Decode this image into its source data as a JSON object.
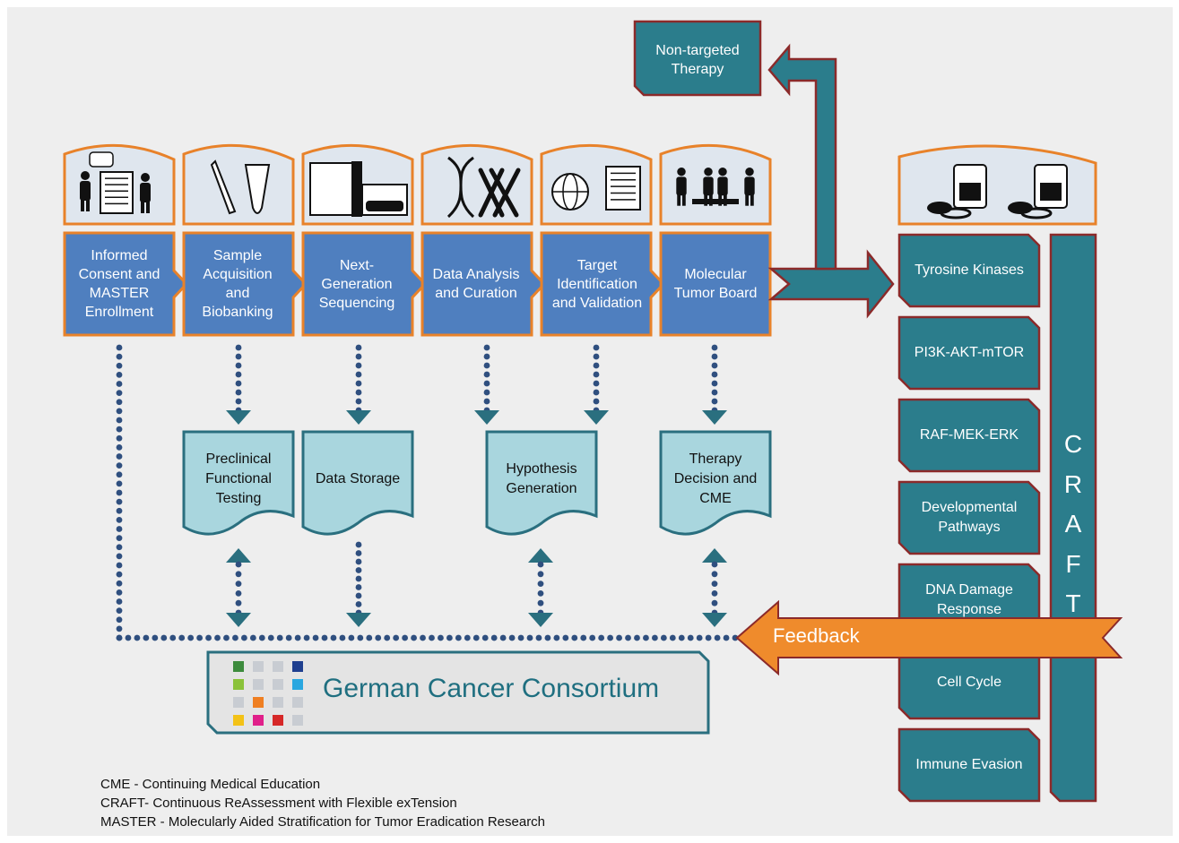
{
  "process_steps": [
    {
      "label": "Informed Consent and MASTER Enrollment",
      "icon": "consent-people-icon"
    },
    {
      "label": "Sample Acquisition and Biobanking",
      "icon": "scalpel-tube-icon"
    },
    {
      "label": "Next-Generation Sequencing",
      "icon": "sequencer-icon"
    },
    {
      "label": "Data Analysis and Curation",
      "icon": "dna-chromosome-icon"
    },
    {
      "label": "Target Identification and Validation",
      "icon": "globe-document-icon"
    },
    {
      "label": "Molecular Tumor Board",
      "icon": "meeting-icon"
    }
  ],
  "documents": [
    {
      "label": "Preclinical Functional Testing"
    },
    {
      "label": "Data Storage"
    },
    {
      "label": "Hypothesis Generation"
    },
    {
      "label": "Therapy Decision and CME"
    }
  ],
  "non_targeted": "Non-targeted Therapy",
  "craft": {
    "letters": [
      "C",
      "R",
      "A",
      "F",
      "T"
    ],
    "pathways": [
      "Tyrosine Kinases",
      "PI3K-AKT-mTOR",
      "RAF-MEK-ERK",
      "Developmental Pathways",
      "DNA Damage Response",
      "Cell Cycle",
      "Immune Evasion"
    ],
    "icon": "pill-bottle-icon"
  },
  "feedback": "Feedback",
  "consortium": "German Cancer Consortium",
  "legend": [
    "CME - Continuing Medical Education",
    "CRAFT- Continuous ReAssessment with Flexible exTension",
    "MASTER - Molecularly Aided Stratification for Tumor Eradication Research"
  ],
  "colors": {
    "step_blue": "#4f7fbf",
    "step_border": "#e8822a",
    "teal": "#2b7d8c",
    "craft_border": "#8b2a2a",
    "doc_fill": "#a9d6de",
    "feedback_orange": "#ef8b2c",
    "dots": "#2f4f7f"
  }
}
